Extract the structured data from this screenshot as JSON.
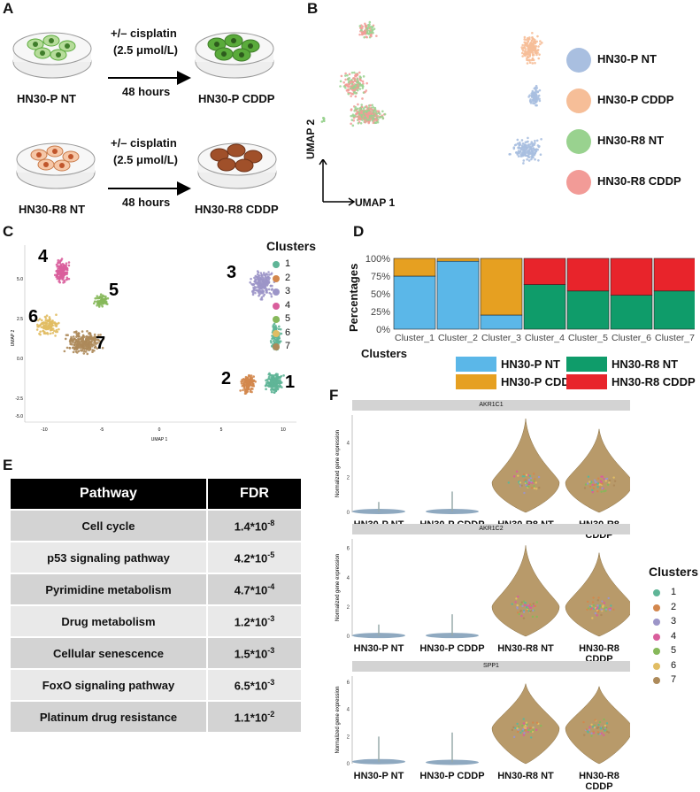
{
  "panels": {
    "a": "A",
    "b": "B",
    "c": "C",
    "d": "D",
    "e": "E",
    "f": "F"
  },
  "panel_a": {
    "treatment_line1": "+/– cisplatin",
    "treatment_line2": "(2.5 μmol/L)",
    "duration": "48 hours",
    "top_left_label": "HN30-P NT",
    "top_right_label": "HN30-P CDDP",
    "bottom_left_label": "HN30-R8 NT",
    "bottom_right_label": "HN30-R8 CDDP",
    "colors": {
      "green_light": "#b6dc9a",
      "green_dark": "#5aab3b",
      "orange_light": "#f6c7a7",
      "brown_dark": "#a0502a"
    }
  },
  "panel_b": {
    "ylabel": "UMAP 2",
    "xlabel": "UMAP 1",
    "legend": [
      {
        "label": "HN30-P NT",
        "color": "#a9bfe0"
      },
      {
        "label": "HN30-P CDDP",
        "color": "#f6be98"
      },
      {
        "label": "HN30-R8 NT",
        "color": "#99d28f"
      },
      {
        "label": "HN30-R8 CDDP",
        "color": "#f29b97"
      }
    ]
  },
  "panel_c": {
    "legend_title": "Clusters",
    "clusters": [
      {
        "label": "1",
        "color": "#5fb597"
      },
      {
        "label": "2",
        "color": "#d3874d"
      },
      {
        "label": "3",
        "color": "#9c95c8"
      },
      {
        "label": "4",
        "color": "#d95e9c"
      },
      {
        "label": "5",
        "color": "#86b85a"
      },
      {
        "label": "6",
        "color": "#e1bd63"
      },
      {
        "label": "7",
        "color": "#ad8a5a"
      }
    ],
    "xlabel": "UMAP 1",
    "ylabel": "UMAP 2",
    "xticks": [
      "-10",
      "-5",
      "0",
      "5",
      "10"
    ],
    "yticks": [
      "5.0",
      "2.5",
      "0.0",
      "-2.5",
      "-5.0"
    ],
    "big_labels": [
      "4",
      "5",
      "6",
      "7",
      "3",
      "2",
      "1"
    ]
  },
  "chart_data": [
    {
      "type": "bar",
      "stacked": true,
      "categories": [
        "Cluster_1",
        "Cluster_2",
        "Cluster_3",
        "Cluster_4",
        "Cluster_5",
        "Cluster_6",
        "Cluster_7"
      ],
      "series": [
        {
          "name": "HN30-P NT",
          "color": "#5bb7e8",
          "values": [
            75,
            96,
            20,
            0,
            0,
            0,
            0
          ]
        },
        {
          "name": "HN30-P CDDP",
          "color": "#e6a021",
          "values": [
            25,
            4,
            80,
            0,
            0,
            0,
            0
          ]
        },
        {
          "name": "HN30-R8 NT",
          "color": "#0f9c6a",
          "values": [
            0,
            0,
            0,
            63,
            54,
            48,
            54
          ]
        },
        {
          "name": "HN30-R8 CDDP",
          "color": "#e8242b",
          "values": [
            0,
            0,
            0,
            37,
            46,
            52,
            46
          ]
        }
      ],
      "ylabel": "Percentages",
      "xlabel": "Clusters",
      "yticks": [
        "0%",
        "25%",
        "50%",
        "75%",
        "100%"
      ],
      "ylim": [
        0,
        100
      ]
    },
    {
      "type": "table",
      "columns": [
        "Pathway",
        "FDR"
      ],
      "rows": [
        {
          "pathway": "Cell cycle",
          "fdr_base": "1.4*10",
          "fdr_exp": "-8"
        },
        {
          "pathway": "p53 signaling pathway",
          "fdr_base": "4.2*10",
          "fdr_exp": "-5"
        },
        {
          "pathway": "Pyrimidine metabolism",
          "fdr_base": "4.7*10",
          "fdr_exp": "-4"
        },
        {
          "pathway": "Drug metabolism",
          "fdr_base": "1.2*10",
          "fdr_exp": "-3"
        },
        {
          "pathway": "Cellular senescence",
          "fdr_base": "1.5*10",
          "fdr_exp": "-3"
        },
        {
          "pathway": "FoxO signaling pathway",
          "fdr_base": "6.5*10",
          "fdr_exp": "-3"
        },
        {
          "pathway": "Platinum drug resistance",
          "fdr_base": "1.1*10",
          "fdr_exp": "-2"
        }
      ]
    }
  ],
  "panel_f": {
    "ylabel": "Normalized gene expression",
    "groups": [
      "HN30-P NT",
      "HN30-P CDDP",
      "HN30-R8 NT",
      "HN30-R8 CDDP"
    ],
    "legend_title": "Clusters",
    "plots": [
      {
        "gene": "AKR1C1",
        "yticks": [
          "0",
          "2",
          "4"
        ],
        "ymax": 5.4,
        "medians": [
          0.05,
          0.05,
          1.7,
          1.7
        ],
        "maxes": [
          0.6,
          1.2,
          5.4,
          4.8
        ]
      },
      {
        "gene": "AKR1C2",
        "yticks": [
          "0",
          "2",
          "4",
          "6"
        ],
        "ymax": 6.4,
        "medians": [
          0.05,
          0.05,
          2.0,
          2.0
        ],
        "maxes": [
          0.8,
          1.5,
          6.2,
          5.7
        ]
      },
      {
        "gene": "SPP1",
        "yticks": [
          "0",
          "2",
          "4",
          "6"
        ],
        "ymax": 6.2,
        "medians": [
          0.15,
          0.1,
          2.6,
          2.6
        ],
        "maxes": [
          2.0,
          2.3,
          5.9,
          5.7
        ]
      }
    ]
  }
}
